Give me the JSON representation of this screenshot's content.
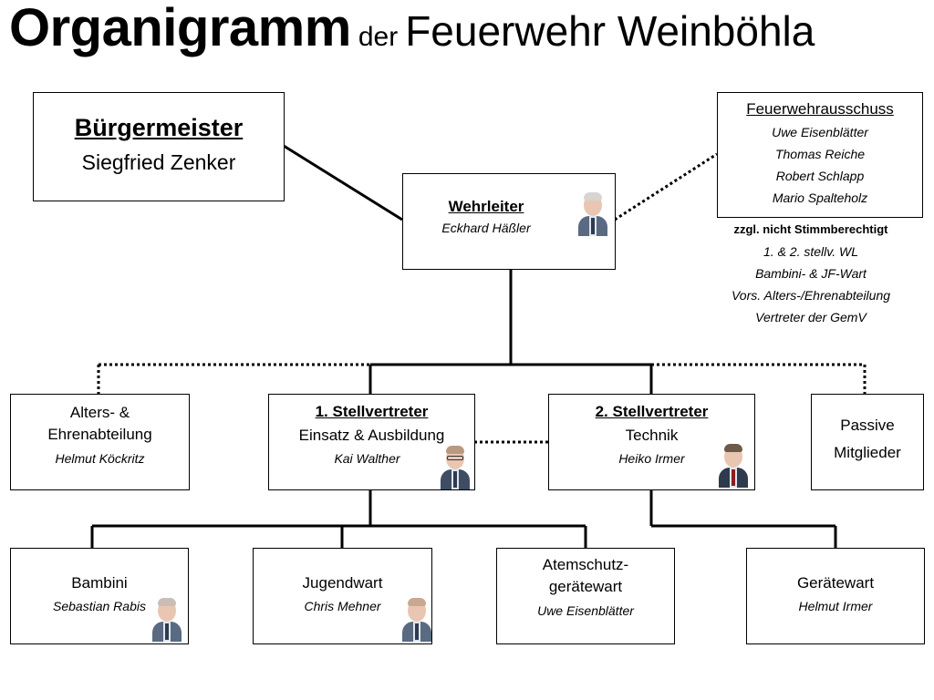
{
  "title": {
    "main": "Organigramm",
    "sub1": "der",
    "sub2": "Feuerwehr Weinböhla"
  },
  "buergermeister": {
    "role": "Bürgermeister",
    "name": "Siegfried Zenker"
  },
  "wehrleiter": {
    "role": "Wehrleiter",
    "name": "Eckhard Häßler"
  },
  "ausschuss": {
    "title": "Feuerwehrausschuss",
    "members": [
      "Uwe Eisenblätter",
      "Thomas Reiche",
      "Robert Schlapp",
      "Mario Spalteholz"
    ],
    "extra_header": "zzgl. nicht Stimmberechtigt",
    "extra_members": [
      "1. & 2. stellv. WL",
      "Bambini- & JF-Wart",
      "Vors. Alters-/Ehrenabteilung",
      "Vertreter der GemV"
    ]
  },
  "alters": {
    "role_line1": "Alters- &",
    "role_line2": "Ehrenabteilung",
    "name": "Helmut Köckritz"
  },
  "stellv1": {
    "role": "1. Stellvertreter",
    "area": "Einsatz & Ausbildung",
    "name": "Kai Walther"
  },
  "stellv2": {
    "role": "2. Stellvertreter",
    "area": "Technik",
    "name": "Heiko Irmer"
  },
  "passive": {
    "line1": "Passive",
    "line2": "Mitglieder"
  },
  "bambini": {
    "role": "Bambini",
    "name": "Sebastian Rabis"
  },
  "jugendwart": {
    "role": "Jugendwart",
    "name": "Chris Mehner"
  },
  "atemschutz": {
    "role_line1": "Atemschutz-",
    "role_line2": "gerätewart",
    "name": "Uwe Eisenblätter"
  },
  "geraetewart": {
    "role": "Gerätewart",
    "name": "Helmut Irmer"
  }
}
